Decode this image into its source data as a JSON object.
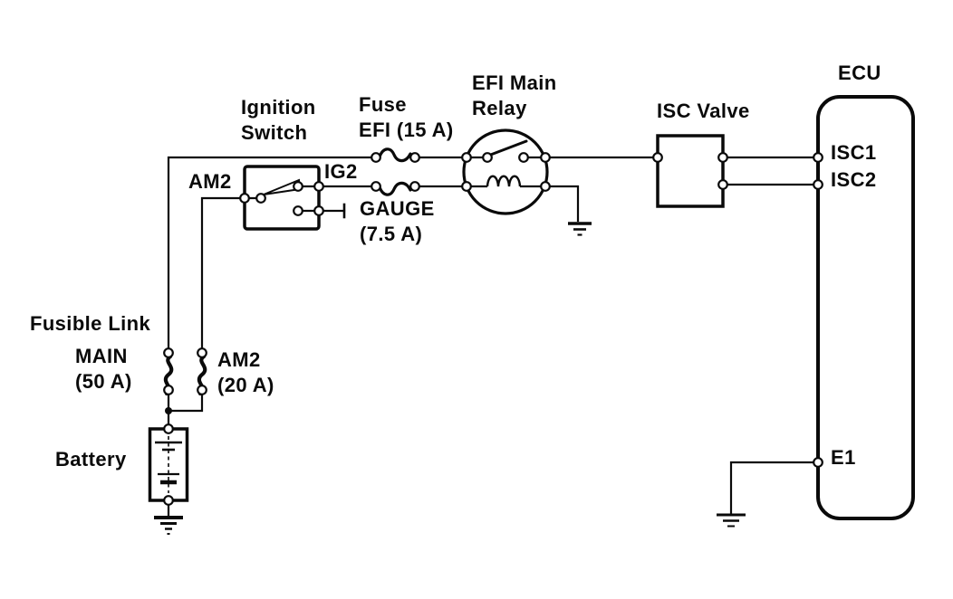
{
  "colors": {
    "background": "#ffffff",
    "ink": "#0a0a0a"
  },
  "components": {
    "battery": {
      "label": "Battery"
    },
    "fusible_link": {
      "heading": "Fusible Link",
      "main": "MAIN\n(50 A)",
      "am2": "AM2\n(20 A)"
    },
    "ignition_switch": {
      "label": "Ignition\nSwitch",
      "terminal_am2": "AM2",
      "terminal_ig2": "IG2"
    },
    "fuse_efi": {
      "label": "Fuse\nEFI (15 A)"
    },
    "fuse_gauge": {
      "label": "GAUGE\n(7.5 A)"
    },
    "efi_main_relay": {
      "label": "EFI Main\nRelay"
    },
    "isc_valve": {
      "label": "ISC Valve"
    },
    "ecu": {
      "label": "ECU",
      "terminal_isc1": "ISC1",
      "terminal_isc2": "ISC2",
      "terminal_e1": "E1"
    }
  }
}
